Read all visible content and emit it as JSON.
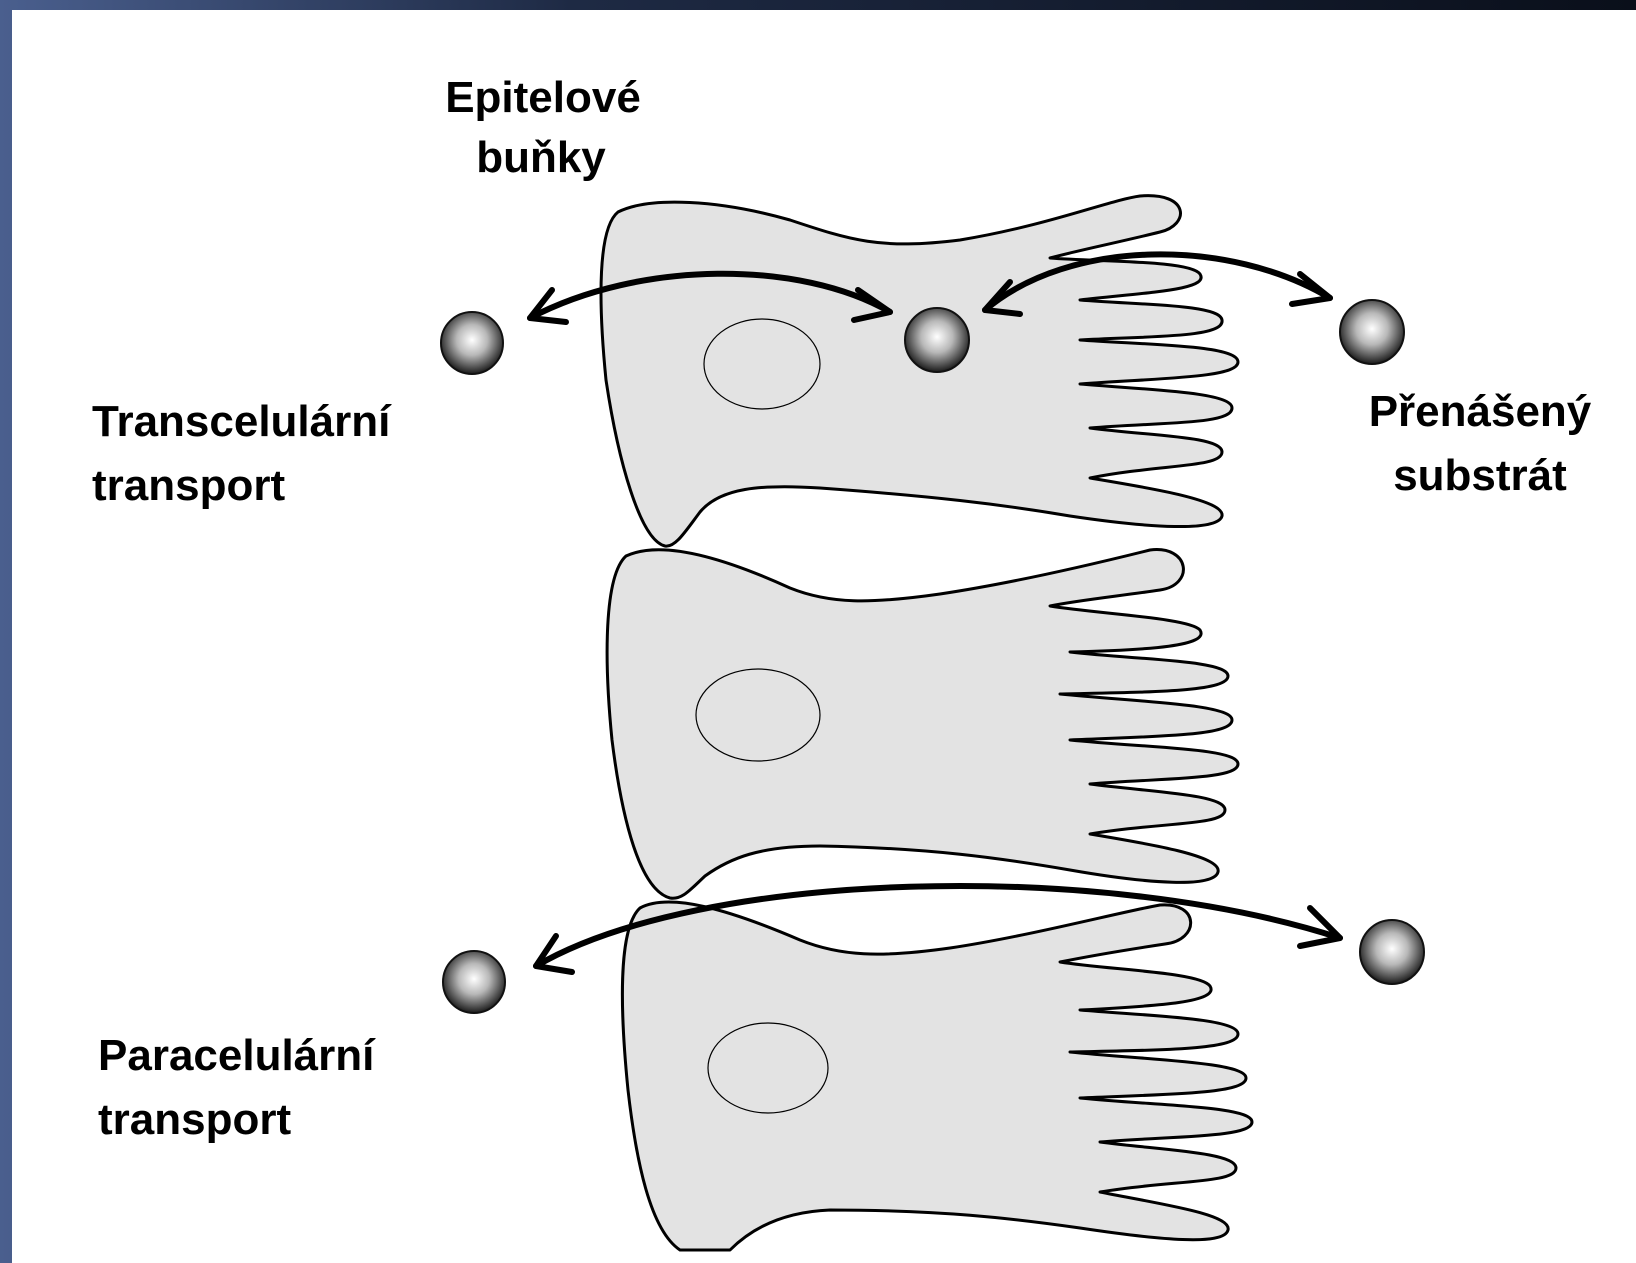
{
  "labels": {
    "epithelial_line1": "Epitelové",
    "epithelial_line2": "buňky",
    "transcellular_line1": "Transcelulární",
    "transcellular_line2": "transport",
    "substrate_line1": "Přenášený",
    "substrate_line2": "substrát",
    "paracellular_line1": "Paracelulární",
    "paracellular_line2": "transport"
  },
  "colors": {
    "cell_fill": "#e3e3e3",
    "outline": "#000000",
    "background": "#ffffff",
    "frame": "#1e2a44"
  }
}
